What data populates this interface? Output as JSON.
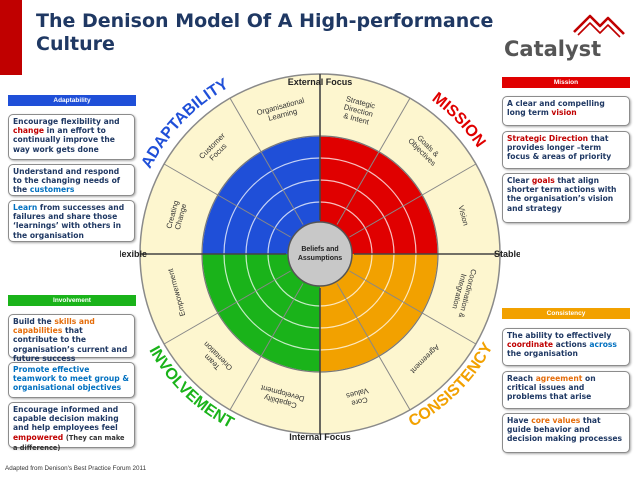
{
  "title_lines": [
    "The Denison Model Of A High-performance",
    "Culture"
  ],
  "logo": {
    "text": "Catalyst",
    "icon": "mountain-peaks-icon",
    "color": "#c00000"
  },
  "footer_note": "Adapted from Denison's Best Practice Forum 2011",
  "colors": {
    "adaptability": "#1f4fd8",
    "mission": "#e00000",
    "involvement": "#1ab31a",
    "consistency": "#f2a100",
    "ring": "#fdf6cf",
    "title": "#1f3863",
    "accent": "#c00000"
  },
  "diagram": {
    "axes": {
      "top": "External Focus",
      "bottom": "Internal Focus",
      "left": "Flexible",
      "right": "Stable"
    },
    "center": [
      "Beliefs and",
      "Assumptions"
    ],
    "quadrants": {
      "top_left": "ADAPTABILITY",
      "top_right": "MISSION",
      "bottom_left": "INVOLVEMENT",
      "bottom_right": "CONSISTENCY"
    },
    "segments": [
      {
        "id": "creating-change",
        "lines": [
          "Creating",
          "Change"
        ]
      },
      {
        "id": "customer-focus",
        "lines": [
          "Customer",
          "Focus"
        ]
      },
      {
        "id": "organisational-learning",
        "lines": [
          "Organisational",
          "Learning"
        ]
      },
      {
        "id": "strategic-direction",
        "lines": [
          "Strategic",
          "Direction",
          "& Intent"
        ]
      },
      {
        "id": "goals-objectives",
        "lines": [
          "Goals &",
          "Objectives"
        ]
      },
      {
        "id": "vision",
        "lines": [
          "Vision"
        ]
      },
      {
        "id": "coordination-integration",
        "lines": [
          "Coordination &",
          "Integration"
        ]
      },
      {
        "id": "agreement",
        "lines": [
          "Agreement"
        ]
      },
      {
        "id": "core-values",
        "lines": [
          "Core",
          "Values"
        ]
      },
      {
        "id": "capability-development",
        "lines": [
          "Capability",
          "Development"
        ]
      },
      {
        "id": "team-orientation",
        "lines": [
          "Team",
          "Orientation"
        ]
      },
      {
        "id": "empowerment",
        "lines": [
          "Empowerment"
        ]
      }
    ]
  },
  "panels": {
    "adaptability": {
      "header": "Adaptability",
      "items": [
        [
          {
            "t": "Encourage flexibility and "
          },
          {
            "t": "change",
            "c": "hl-red"
          },
          {
            "t": " in an effort to continually improve the way work gets done"
          }
        ],
        [
          {
            "t": "Understand and respond to the changing needs of the "
          },
          {
            "t": "customers",
            "c": "hl-blue"
          }
        ],
        [
          {
            "t": "Learn",
            "c": "hl-blue"
          },
          {
            "t": " from successes and failures and share those ‘learnings’ with others in the organisation"
          }
        ]
      ]
    },
    "mission": {
      "header": "Mission",
      "items": [
        [
          {
            "t": "A clear and compelling long term "
          },
          {
            "t": "vision",
            "c": "hl-red"
          }
        ],
        [
          {
            "t": "Strategic Direction",
            "c": "hl-red"
          },
          {
            "t": " that provides longer –term focus & areas of priority"
          }
        ],
        [
          {
            "t": "Clear "
          },
          {
            "t": "goals",
            "c": "hl-red"
          },
          {
            "t": " that align shorter term actions with the organisation’s vision and  strategy"
          }
        ]
      ]
    },
    "involvement": {
      "header": "Involvement",
      "items": [
        [
          {
            "t": "Build the "
          },
          {
            "t": "skills and capabilities",
            "c": "hl-orange"
          },
          {
            "t": " that contribute to the organisation’s current and future success"
          }
        ],
        [
          {
            "t": "Promote effective teamwork to meet group & organisational objectives",
            "c": "hl-blue"
          }
        ],
        [
          {
            "t": "Encourage informed and capable decision making and help employees feel "
          },
          {
            "t": "empowered",
            "c": "hl-red"
          },
          {
            "t": " "
          },
          {
            "t": "(They can make a difference)",
            "c": "small"
          }
        ]
      ]
    },
    "consistency": {
      "header": "Consistency",
      "items": [
        [
          {
            "t": "The ability to effectively "
          },
          {
            "t": "coordinate",
            "c": "hl-red"
          },
          {
            "t": " actions "
          },
          {
            "t": "across",
            "c": "hl-blue"
          },
          {
            "t": " the organisation"
          }
        ],
        [
          {
            "t": "Reach "
          },
          {
            "t": "agreement",
            "c": "hl-orange"
          },
          {
            "t": " on critical issues and problems that arise"
          }
        ],
        [
          {
            "t": "Have "
          },
          {
            "t": "core values",
            "c": "hl-orange"
          },
          {
            "t": " that guide behavior and decision making processes"
          }
        ]
      ]
    }
  }
}
